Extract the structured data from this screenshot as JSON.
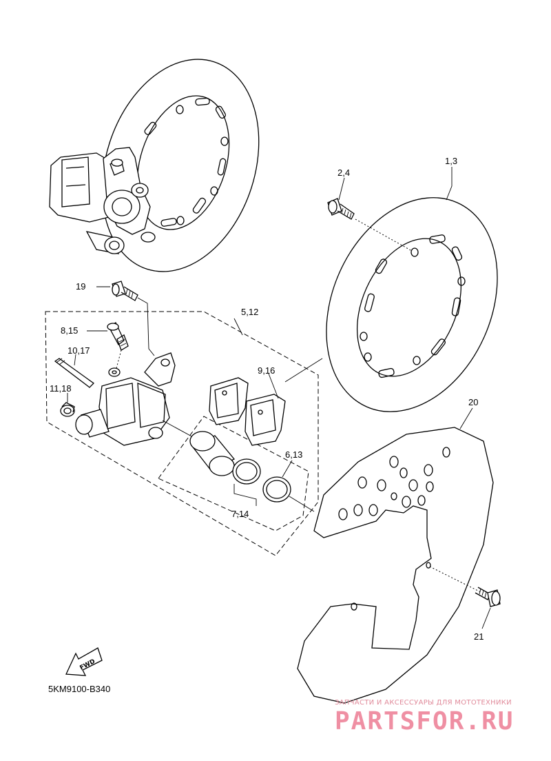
{
  "labels": {
    "part_1_3": "1,3",
    "part_2_4": "2,4",
    "part_19": "19",
    "part_5_12": "5,12",
    "part_8_15": "8,15",
    "part_10_17": "10,17",
    "part_11_18": "11,18",
    "part_9_16": "9,16",
    "part_6_13": "6,13",
    "part_7_14": "7,14",
    "part_20": "20",
    "part_21": "21"
  },
  "fwd_label": "FWD",
  "diagram_code": "5KM9100-B340",
  "watermark": {
    "tagline": "ЗАПЧАСТИ И АКСЕССУАРЫ ДЛЯ МОТОТЕХНИКИ",
    "logo": "PARTSFOR.RU"
  }
}
